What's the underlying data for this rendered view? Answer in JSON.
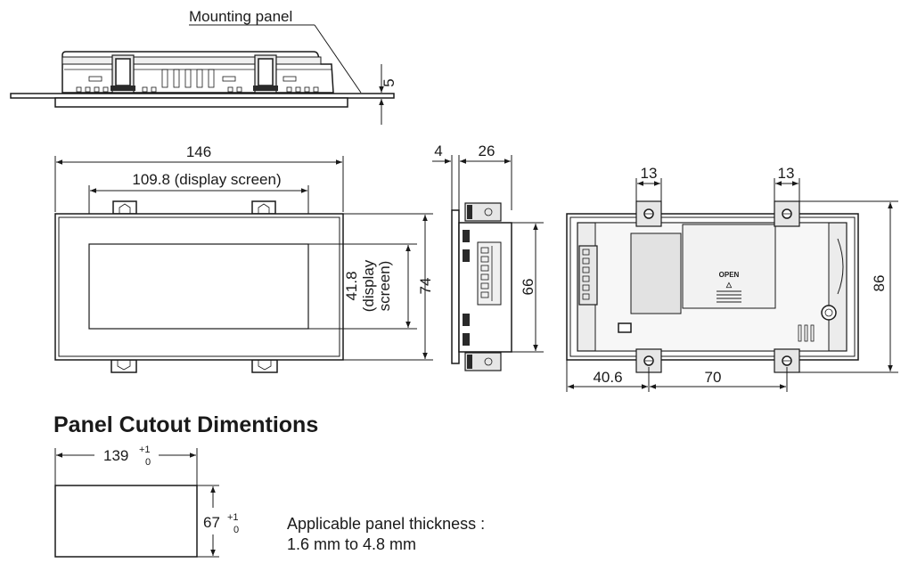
{
  "labels": {
    "mounting_panel": "Mounting panel",
    "top_panel_dim": "5",
    "front_width": "146",
    "display_width": "109.8 (display screen)",
    "display_height_value": "41.8",
    "display_height_text1": "(display",
    "display_height_text2": "screen)",
    "front_height": "74",
    "side_bezel": "4",
    "side_depth": "26",
    "side_height": "66",
    "rear_hole_left": "13",
    "rear_hole_right": "13",
    "rear_height": "86",
    "rear_offset": "40.6",
    "rear_pitch": "70",
    "open_label": "OPEN",
    "open_arrow": "△"
  },
  "cutout": {
    "heading": "Panel Cutout Dimentions",
    "width": "139",
    "width_tol_upper": "+1",
    "width_tol_lower": "0",
    "height": "67",
    "height_tol_upper": "+1",
    "height_tol_lower": "0",
    "thickness_line1": "Applicable panel thickness :",
    "thickness_line2": "1.6 mm to 4.8 mm"
  },
  "colors": {
    "line": "#1a1a1a",
    "fill_gray": "#e6e6e6",
    "background": "#ffffff"
  }
}
